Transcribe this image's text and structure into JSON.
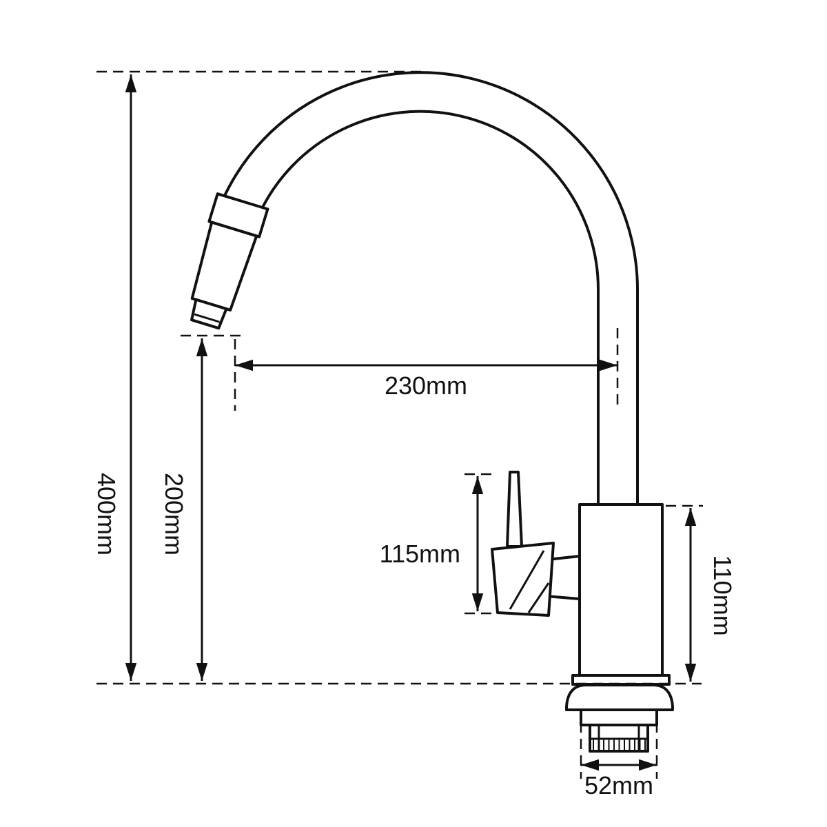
{
  "drawing": {
    "labels": {
      "overall_height": "400mm",
      "spout_height": "200mm",
      "spout_reach": "230mm",
      "handle_height": "115mm",
      "body_height": "110mm",
      "base_width": "52mm"
    },
    "colors": {
      "line": "#111111",
      "background": "#ffffff"
    }
  }
}
